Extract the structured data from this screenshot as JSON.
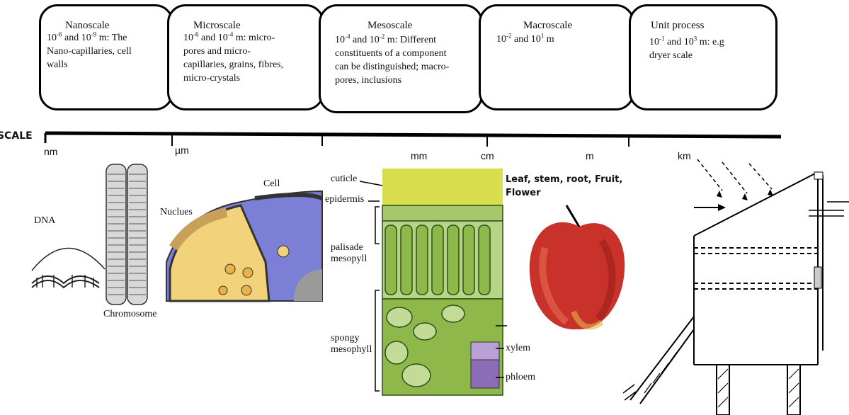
{
  "boxes": [
    {
      "title": "Nanoscale",
      "range": "10-6 and 10-9 m: The Nano-capillaries, cell walls",
      "line1_a": "10",
      "line1_sup1": "-6",
      "line1_b": " and 10",
      "line1_sup2": "-9",
      "line1_c": " m: The",
      "line2": "Nano-capillaries, cell",
      "line3": "walls"
    },
    {
      "title": "Microscale",
      "line1_a": "10",
      "line1_sup1": "-6",
      "line1_b": " and 10",
      "line1_sup2": "-4",
      "line1_c": " m: micro-",
      "line2": "pores and micro-",
      "line3": "capillaries, grains, fibres,",
      "line4": "micro-crystals"
    },
    {
      "title": "Mesoscale",
      "line1_a": "10",
      "line1_sup1": "-4",
      "line1_b": " and 10",
      "line1_sup2": "-2",
      "line1_c": " m: Different",
      "line2": "constituents of a component",
      "line3": "can be distinguished; macro-",
      "line4": "pores, inclusions"
    },
    {
      "title": "Macroscale",
      "line1_a": "10",
      "line1_sup1": "-2",
      "line1_b": " and 10",
      "line1_sup2": "1",
      "line1_c": " m"
    },
    {
      "title": "Unit process",
      "line1_a": "10",
      "line1_sup1": "-1",
      "line1_b": " and 10",
      "line1_sup2": "3",
      "line1_c": " m: e.g",
      "line2": "dryer scale"
    }
  ],
  "scale": {
    "label": "SCALE",
    "units": [
      "nm",
      "µm",
      "mm",
      "cm",
      "m",
      "km"
    ]
  },
  "labels": {
    "dna": "DNA",
    "chromosome": "Chromosome",
    "nuclues": "Nuclues",
    "cell": "Cell",
    "cuticle": "cuticle",
    "epidermis": "epidermis",
    "palisade": "palisade",
    "mesopyll": "mesopyll",
    "spongy": "spongy",
    "mesophyll": "mesophyll",
    "xylem": "xylem",
    "phloem": "phloem",
    "fruit_line1": "Leaf, stem, root, Fruit,",
    "fruit_line2": "Flower"
  },
  "colors": {
    "cuticle": "#d9dd4e",
    "leaf_green": "#8fb84a",
    "cell_blue": "#7b7fd6",
    "nucleus_yellow": "#f2d27a",
    "apple_red": "#c8322a"
  }
}
